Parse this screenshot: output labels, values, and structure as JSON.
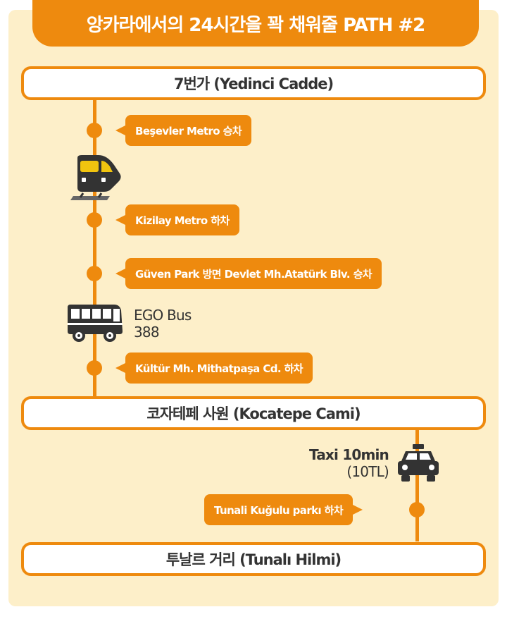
{
  "title": "앙카라에서의 24시간을 꽉 채워줄 PATH #2",
  "stations": [
    "7번가 (Yedinci Cadde)",
    "코자테페 사원 (Kocatepe Cami)",
    "투날르 거리 (Tunalı Hilmi)"
  ],
  "steps": [
    "Beşevler Metro 승차",
    "Kizilay Metro 하차",
    "Güven Park 방면 Devlet Mh.Atatürk Blv. 승차",
    "Kültür Mh. Mithatpaşa Cd. 하차",
    "Tunali Kuğulu parkı 하차"
  ],
  "bus": {
    "line1": "EGO Bus",
    "line2": "388"
  },
  "taxi": {
    "line1": "Taxi 10min",
    "line2": "(10TL)"
  },
  "icons": [
    "train-icon",
    "bus-icon",
    "taxi-icon"
  ],
  "colors": {
    "accent": "#ee8a0e",
    "panel": "#fdefc9",
    "text": "#333333"
  }
}
